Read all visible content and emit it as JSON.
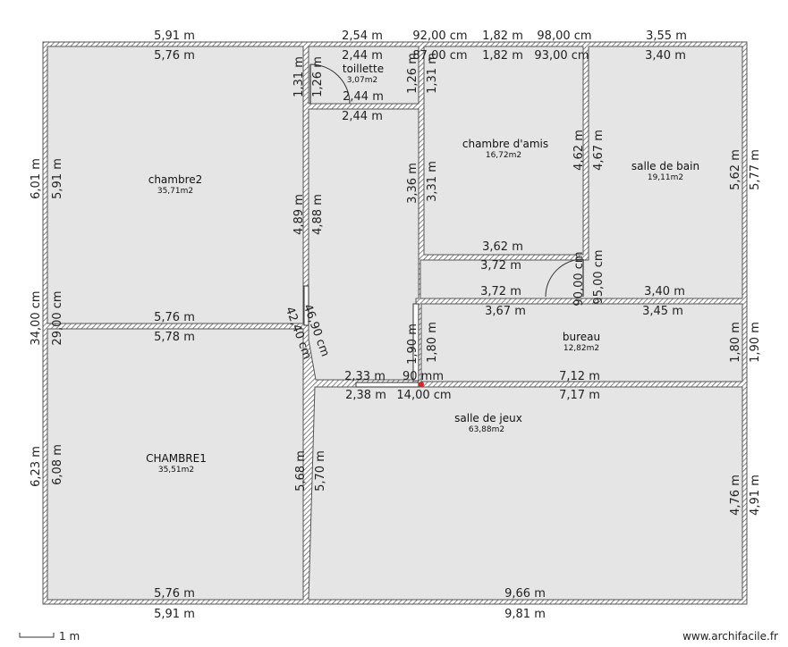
{
  "colors": {
    "wall_fill": "url-hatch",
    "floor": "#e5e5e5",
    "wall_stroke": "#555555",
    "text": "#222222",
    "door": "#333333",
    "marker": "#dd2222"
  },
  "rooms": [
    {
      "name": "toillette",
      "area": "3,07m2"
    },
    {
      "name": "chambre d'amis",
      "area": "16,72m2"
    },
    {
      "name": "salle de bain",
      "area": "19,11m2"
    },
    {
      "name": "chambre2",
      "area": "35,71m2"
    },
    {
      "name": "bureau",
      "area": "12,82m2"
    },
    {
      "name": "salle de jeux",
      "area": "63,88m2"
    },
    {
      "name": "CHAMBRE1",
      "area": "35,51m2"
    }
  ],
  "dimensions": [
    "5,91 m",
    "5,76 m",
    "2,54 m",
    "2,44 m",
    "92,00 cm",
    "87,00 cm",
    "1,82 m",
    "1,82 m",
    "98,00 cm",
    "93,00 cm",
    "3,55 m",
    "3,40 m",
    "2,44 m",
    "2,44 m",
    "1,31 m",
    "1,26 m",
    "1,26 m",
    "1,31 m",
    "6,01 m",
    "5,91 m",
    "4,89 m",
    "4,88 m",
    "3,36 m",
    "3,31 m",
    "4,62 m",
    "4,67 m",
    "5,62 m",
    "5,77 m",
    "3,62 m",
    "3,72 m",
    "3,72 m",
    "3,40 m",
    "3,67 m",
    "3,45 m",
    "90,00 cm",
    "95,00 cm",
    "34,00 cm",
    "29,00 cm",
    "5,76 m",
    "5,78 m",
    "46,90 cm",
    "42,40 cm",
    "1,90 m",
    "1,80 m",
    "1,80 m",
    "1,90 m",
    "2,33 m",
    "90 mm",
    "7,12 m",
    "2,38 m",
    "14,00 cm",
    "7,17 m",
    "6,23 m",
    "6,08 m",
    "5,68 m",
    "5,70 m",
    "4,76 m",
    "4,91 m",
    "5,76 m",
    "9,66 m",
    "5,91 m",
    "9,81 m"
  ],
  "footer": {
    "scale_label": "1 m",
    "watermark": "www.archifacile.fr"
  }
}
